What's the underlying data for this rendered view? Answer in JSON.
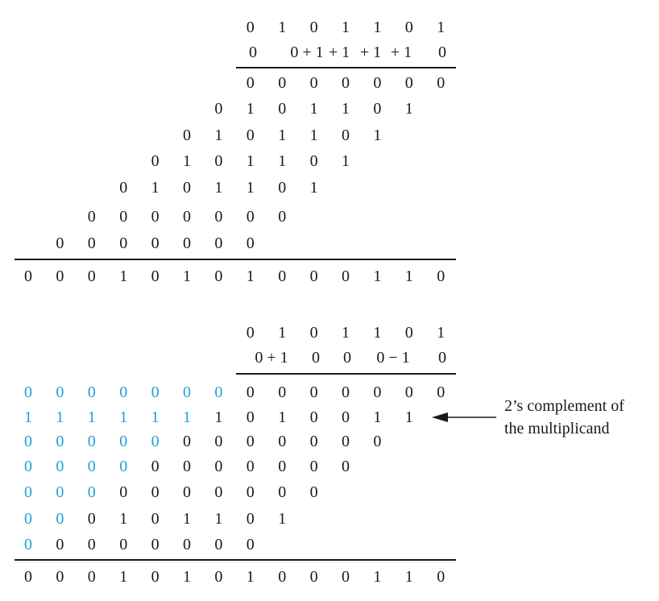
{
  "top": {
    "multiplicand": [
      "0",
      "1",
      "0",
      "1",
      "1",
      "0",
      "1"
    ],
    "recoded": [
      "0",
      "0 + 1",
      "+ 1",
      "+ 1",
      "+ 1",
      "0"
    ],
    "partial_products": [
      [
        "0",
        "0",
        "0",
        "0",
        "0",
        "0",
        "0"
      ],
      [
        "0",
        "1",
        "0",
        "1",
        "1",
        "0",
        "1"
      ],
      [
        "0",
        "1",
        "0",
        "1",
        "1",
        "0",
        "1"
      ],
      [
        "0",
        "1",
        "0",
        "1",
        "1",
        "0",
        "1"
      ],
      [
        "0",
        "1",
        "0",
        "1",
        "1",
        "0",
        "1"
      ],
      [
        "0",
        "0",
        "0",
        "0",
        "0",
        "0",
        "0"
      ],
      [
        "0",
        "0",
        "0",
        "0",
        "0",
        "0",
        "0"
      ]
    ],
    "product": [
      "0",
      "0",
      "0",
      "1",
      "0",
      "1",
      "0",
      "1",
      "0",
      "0",
      "0",
      "1",
      "1",
      "0"
    ]
  },
  "bottom": {
    "multiplicand": [
      "0",
      "1",
      "0",
      "1",
      "1",
      "0",
      "1"
    ],
    "recoded": [
      "0 + 1",
      "0",
      "0",
      "0 − 1",
      "0"
    ],
    "rows": [
      {
        "ext": [
          "0",
          "0",
          "0",
          "0",
          "0",
          "0",
          "0"
        ],
        "val": [
          "0",
          "0",
          "0",
          "0",
          "0",
          "0",
          "0"
        ]
      },
      {
        "ext": [
          "1",
          "1",
          "1",
          "1",
          "1",
          "1"
        ],
        "val": [
          "1",
          "0",
          "1",
          "0",
          "0",
          "1",
          "1"
        ]
      },
      {
        "ext": [
          "0",
          "0",
          "0",
          "0",
          "0"
        ],
        "val": [
          "0",
          "0",
          "0",
          "0",
          "0",
          "0",
          "0"
        ]
      },
      {
        "ext": [
          "0",
          "0",
          "0",
          "0"
        ],
        "val": [
          "0",
          "0",
          "0",
          "0",
          "0",
          "0",
          "0"
        ]
      },
      {
        "ext": [
          "0",
          "0",
          "0"
        ],
        "val": [
          "0",
          "0",
          "0",
          "0",
          "0",
          "0",
          "0"
        ]
      },
      {
        "ext": [
          "0",
          "0"
        ],
        "val": [
          "0",
          "1",
          "0",
          "1",
          "1",
          "0",
          "1"
        ]
      },
      {
        "ext": [
          "0"
        ],
        "val": [
          "0",
          "0",
          "0",
          "0",
          "0",
          "0",
          "0"
        ]
      }
    ],
    "product": [
      "0",
      "0",
      "0",
      "1",
      "0",
      "1",
      "0",
      "1",
      "0",
      "0",
      "0",
      "1",
      "1",
      "0"
    ]
  },
  "annotation": [
    "2’s complement of",
    "the multiplicand"
  ],
  "colors": {
    "text": "#1a1a1a",
    "sign_extension": "#1ba3d6"
  }
}
